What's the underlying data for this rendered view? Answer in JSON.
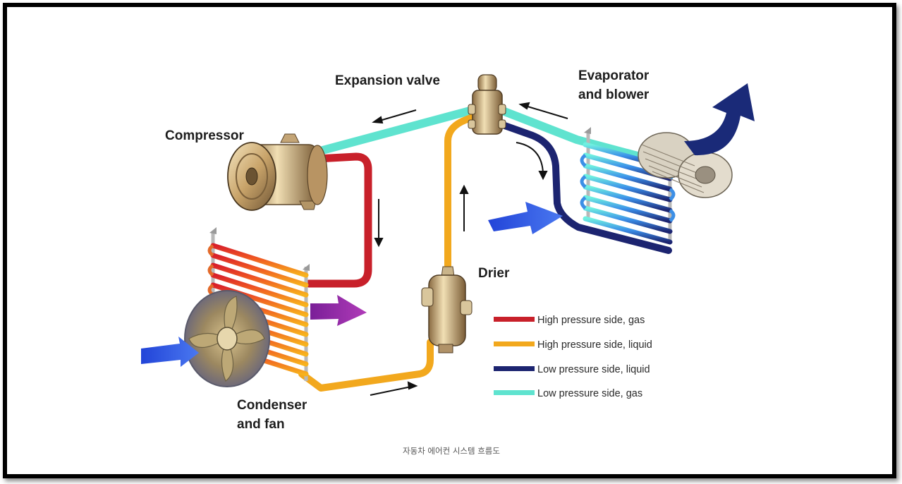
{
  "labels": {
    "expansion_valve": "Expansion valve",
    "evaporator_line1": "Evaporator",
    "evaporator_line2": "and blower",
    "compressor": "Compressor",
    "drier": "Drier",
    "condenser_line1": "Condenser",
    "condenser_line2": "and fan"
  },
  "legend": [
    {
      "label": "High pressure side, gas",
      "color": "#c8202a"
    },
    {
      "label": "High pressure side, liquid",
      "color": "#f2a81d"
    },
    {
      "label": "Low pressure side, liquid",
      "color": "#1c2470"
    },
    {
      "label": "Low pressure side, gas",
      "color": "#5fe3cf"
    }
  ],
  "caption": "자동차 에어컨 시스템 흐름도",
  "colors": {
    "high_gas": "#c8202a",
    "high_liquid": "#f2a81d",
    "low_liquid": "#1c2470",
    "low_gas": "#5fe3cf",
    "air_flow": "#2a50d8",
    "hot_air": "#8a1fa0",
    "cool_air_out": "#1a2a78"
  },
  "icons": [
    "compressor-icon",
    "condenser-icon",
    "fan-icon",
    "drier-icon",
    "expansion-valve-icon",
    "evaporator-icon",
    "blower-icon",
    "flow-arrow-icon",
    "air-arrow-icon"
  ]
}
